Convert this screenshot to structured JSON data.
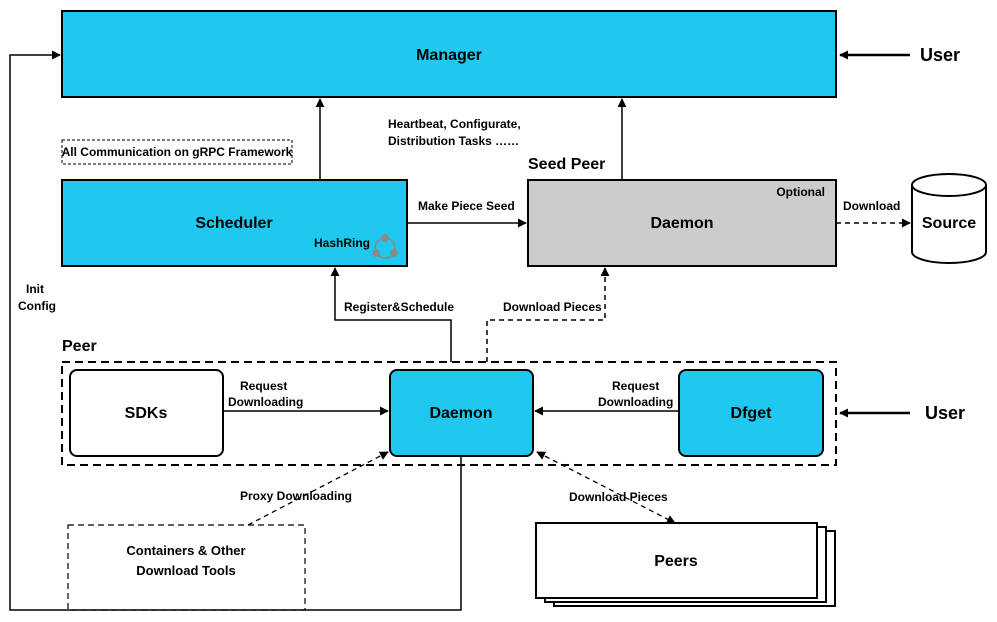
{
  "colors": {
    "accent_blue": "#1ec8ee",
    "seed_gray": "#cccccc",
    "line": "#000000"
  },
  "nodes": {
    "manager": "Manager",
    "scheduler": "Scheduler",
    "hashring": "HashRing",
    "seed_peer_title": "Seed Peer",
    "seed_daemon": "Daemon",
    "optional": "Optional",
    "source": "Source",
    "peer_title": "Peer",
    "sdks": "SDKs",
    "peer_daemon": "Daemon",
    "dfget": "Dfget",
    "containers_line1": "Containers & Other",
    "containers_line2": "Download Tools",
    "peers": "Peers",
    "user_top": "User",
    "user_bottom": "User"
  },
  "notes": {
    "grpc": "All Communication on gRPC Framework"
  },
  "edges": {
    "heartbeat_line1": "Heartbeat, Configurate,",
    "heartbeat_line2": "Distribution Tasks ……",
    "make_piece_seed": "Make Piece Seed",
    "download_source": "Download",
    "register_schedule": "Register&Schedule",
    "download_pieces_seed": "Download Pieces",
    "init": "Init",
    "config": "Config",
    "request_line1_left": "Request",
    "request_line2_left": "Downloading",
    "request_line1_right": "Request",
    "request_line2_right": "Downloading",
    "proxy_downloading": "Proxy Downloading",
    "download_pieces_peers": "Download Pieces"
  },
  "icons": {
    "hashring": "hashring-icon",
    "source": "database-cylinder-icon"
  }
}
